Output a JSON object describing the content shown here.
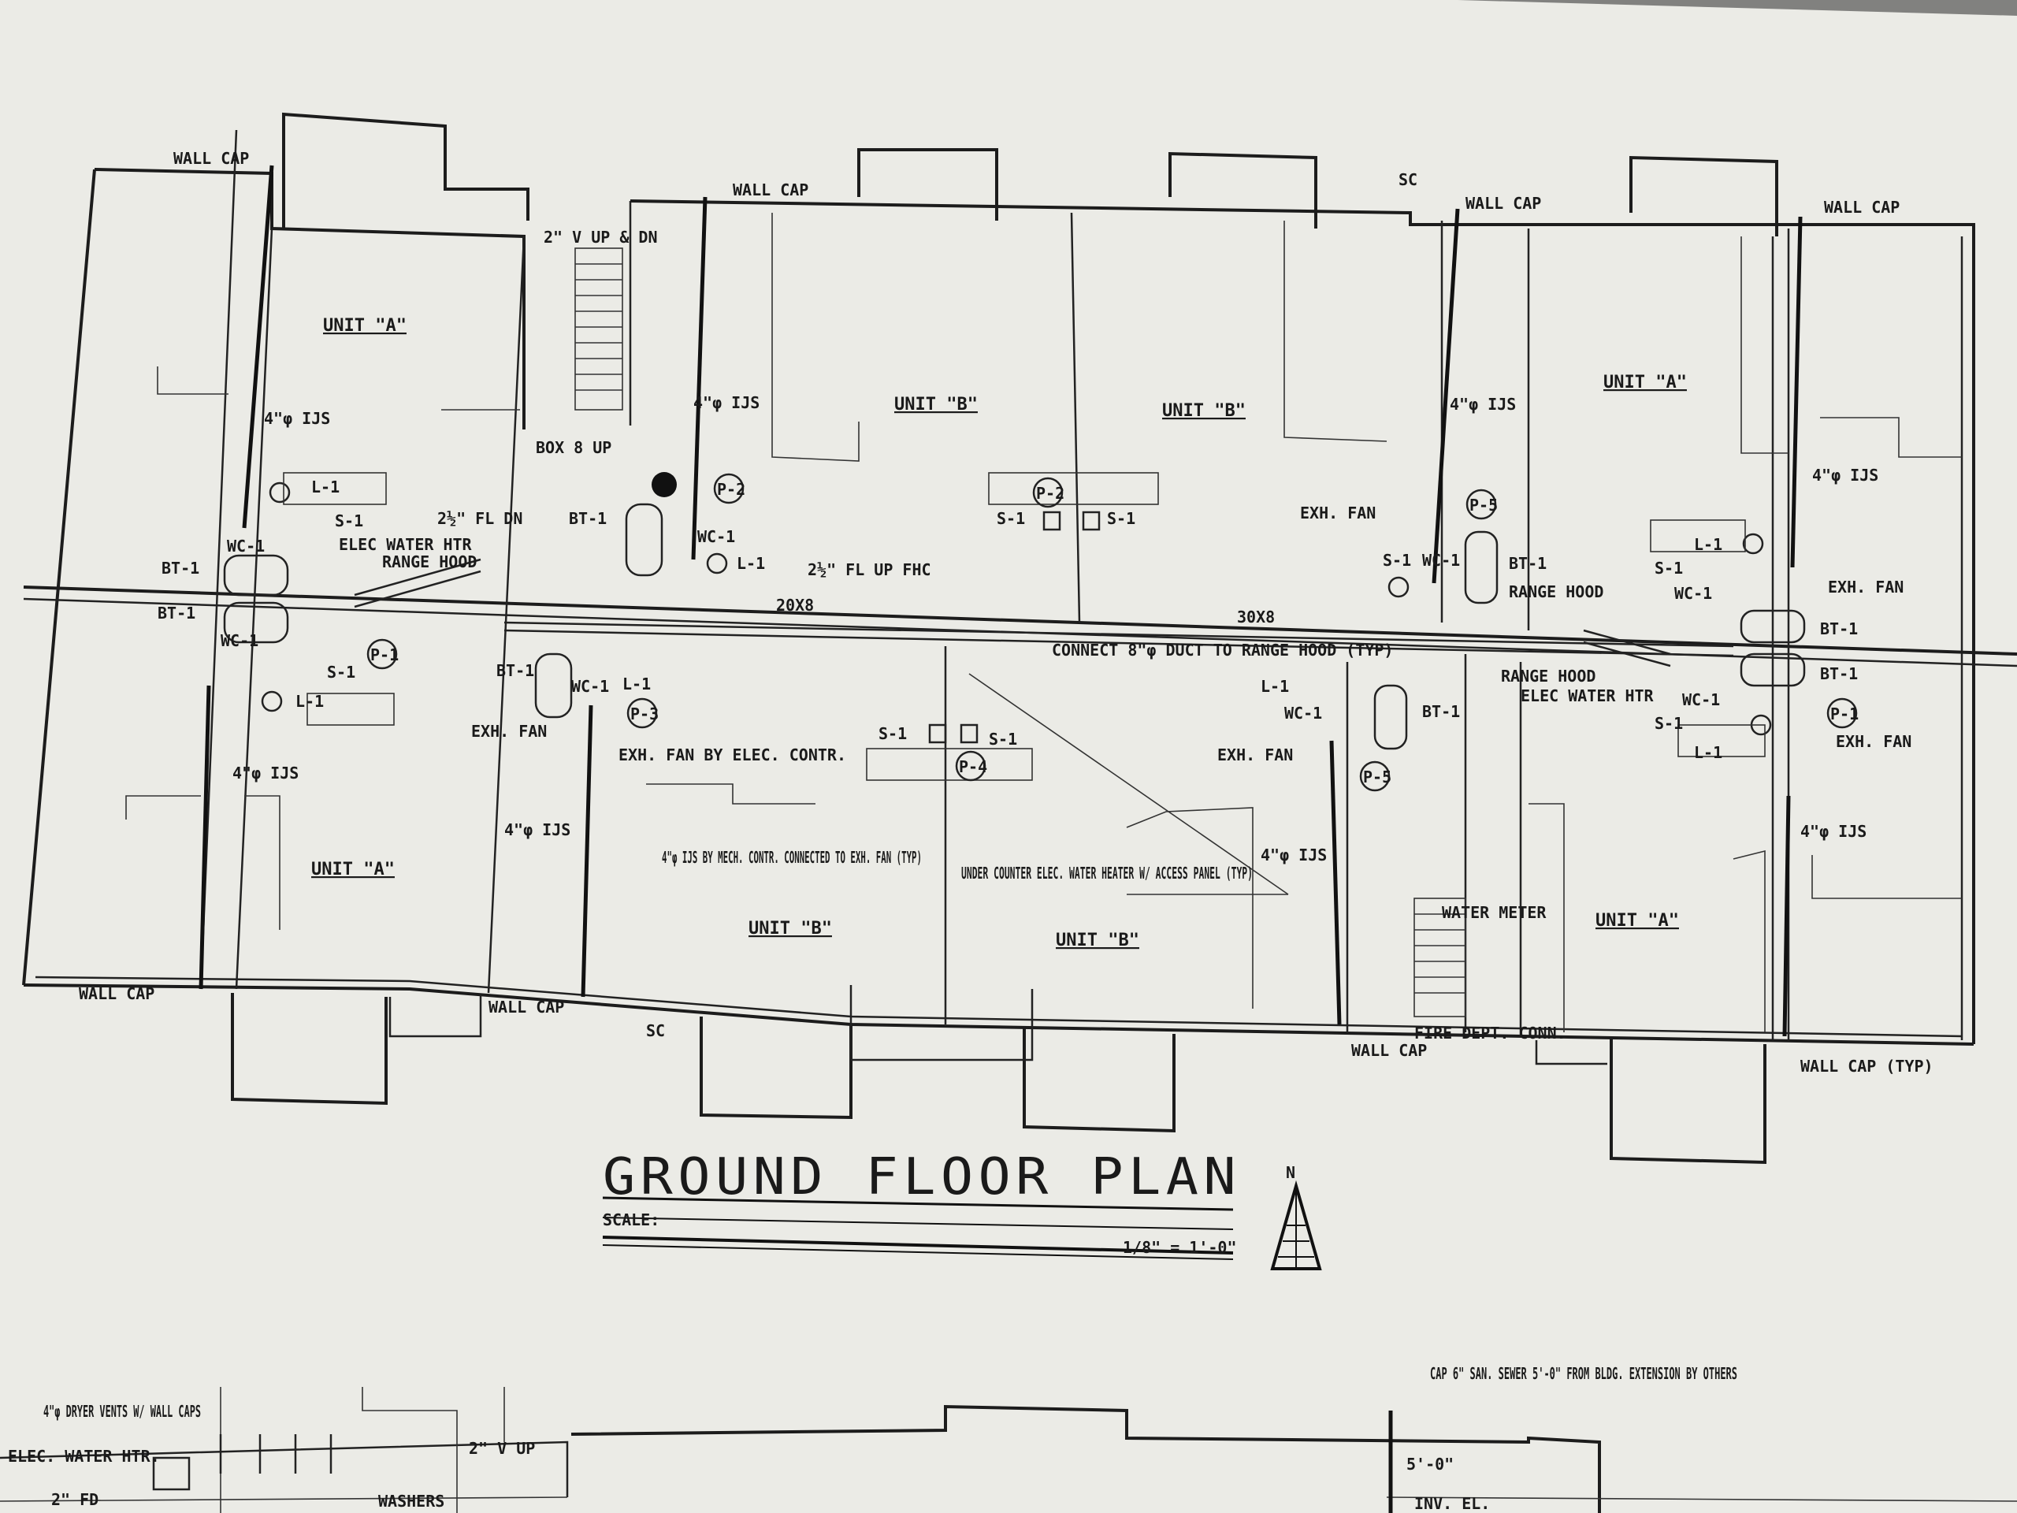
{
  "title": "GROUND FLOOR PLAN",
  "scale_label": "SCALE:",
  "scale_value": "1/8\" = 1'-0\"",
  "north_label": "N",
  "units": [
    "UNIT \"A\"",
    "UNIT \"B\"",
    "UNIT \"B\"",
    "UNIT \"A\"",
    "UNIT \"A\"",
    "UNIT \"B\"",
    "UNIT \"B\"",
    "UNIT \"A\""
  ],
  "labels": {
    "wall_cap": "WALL CAP",
    "wall_cap_typ": "WALL CAP (TYP)",
    "vent_up_dn": "2\" V UP & DN",
    "ijs": "4\"φ IJS",
    "box_up": "BOX 8 UP",
    "elec_water_htr": "ELEC WATER HTR",
    "range_hood": "RANGE HOOD",
    "exh_fan": "EXH. FAN",
    "exh_fan_by_elec": "EXH. FAN BY ELEC. CONTR.",
    "fl_dn": "2½\" FL DN",
    "fl_up_fhc": "2½\" FL UP FHC",
    "duct_size": "20X8",
    "duct_size_2": "30X8",
    "connect_duct": "CONNECT 8\"φ DUCT TO RANGE HOOD (TYP)",
    "ijs_by_mech": "4\"φ IJS BY MECH. CONTR. CONNECTED TO EXH. FAN (TYP)",
    "under_counter": "UNDER COUNTER ELEC. WATER HEATER W/ ACCESS PANEL (TYP)",
    "water_meter": "WATER METER",
    "fire_dept_conn": "FIRE DEPT. CONN.",
    "sc": "SC",
    "dryer_vents": "4\"φ DRYER VENTS W/ WALL CAPS",
    "elec_water_htr_2": "ELEC. WATER HTR.",
    "fd": "2\" FD",
    "v_up": "2\" V UP",
    "washers": "WASHERS",
    "cap_sewer": "CAP 6\" SAN. SEWER 5'-0\" FROM BLDG. EXTENSION BY OTHERS",
    "five_ft": "5'-0\"",
    "inv_el": "INV. EL."
  },
  "fixtures": [
    "BT-1",
    "WC-1",
    "L-1",
    "S-1",
    "P-1",
    "P-2",
    "P-3",
    "P-4",
    "P-5"
  ]
}
